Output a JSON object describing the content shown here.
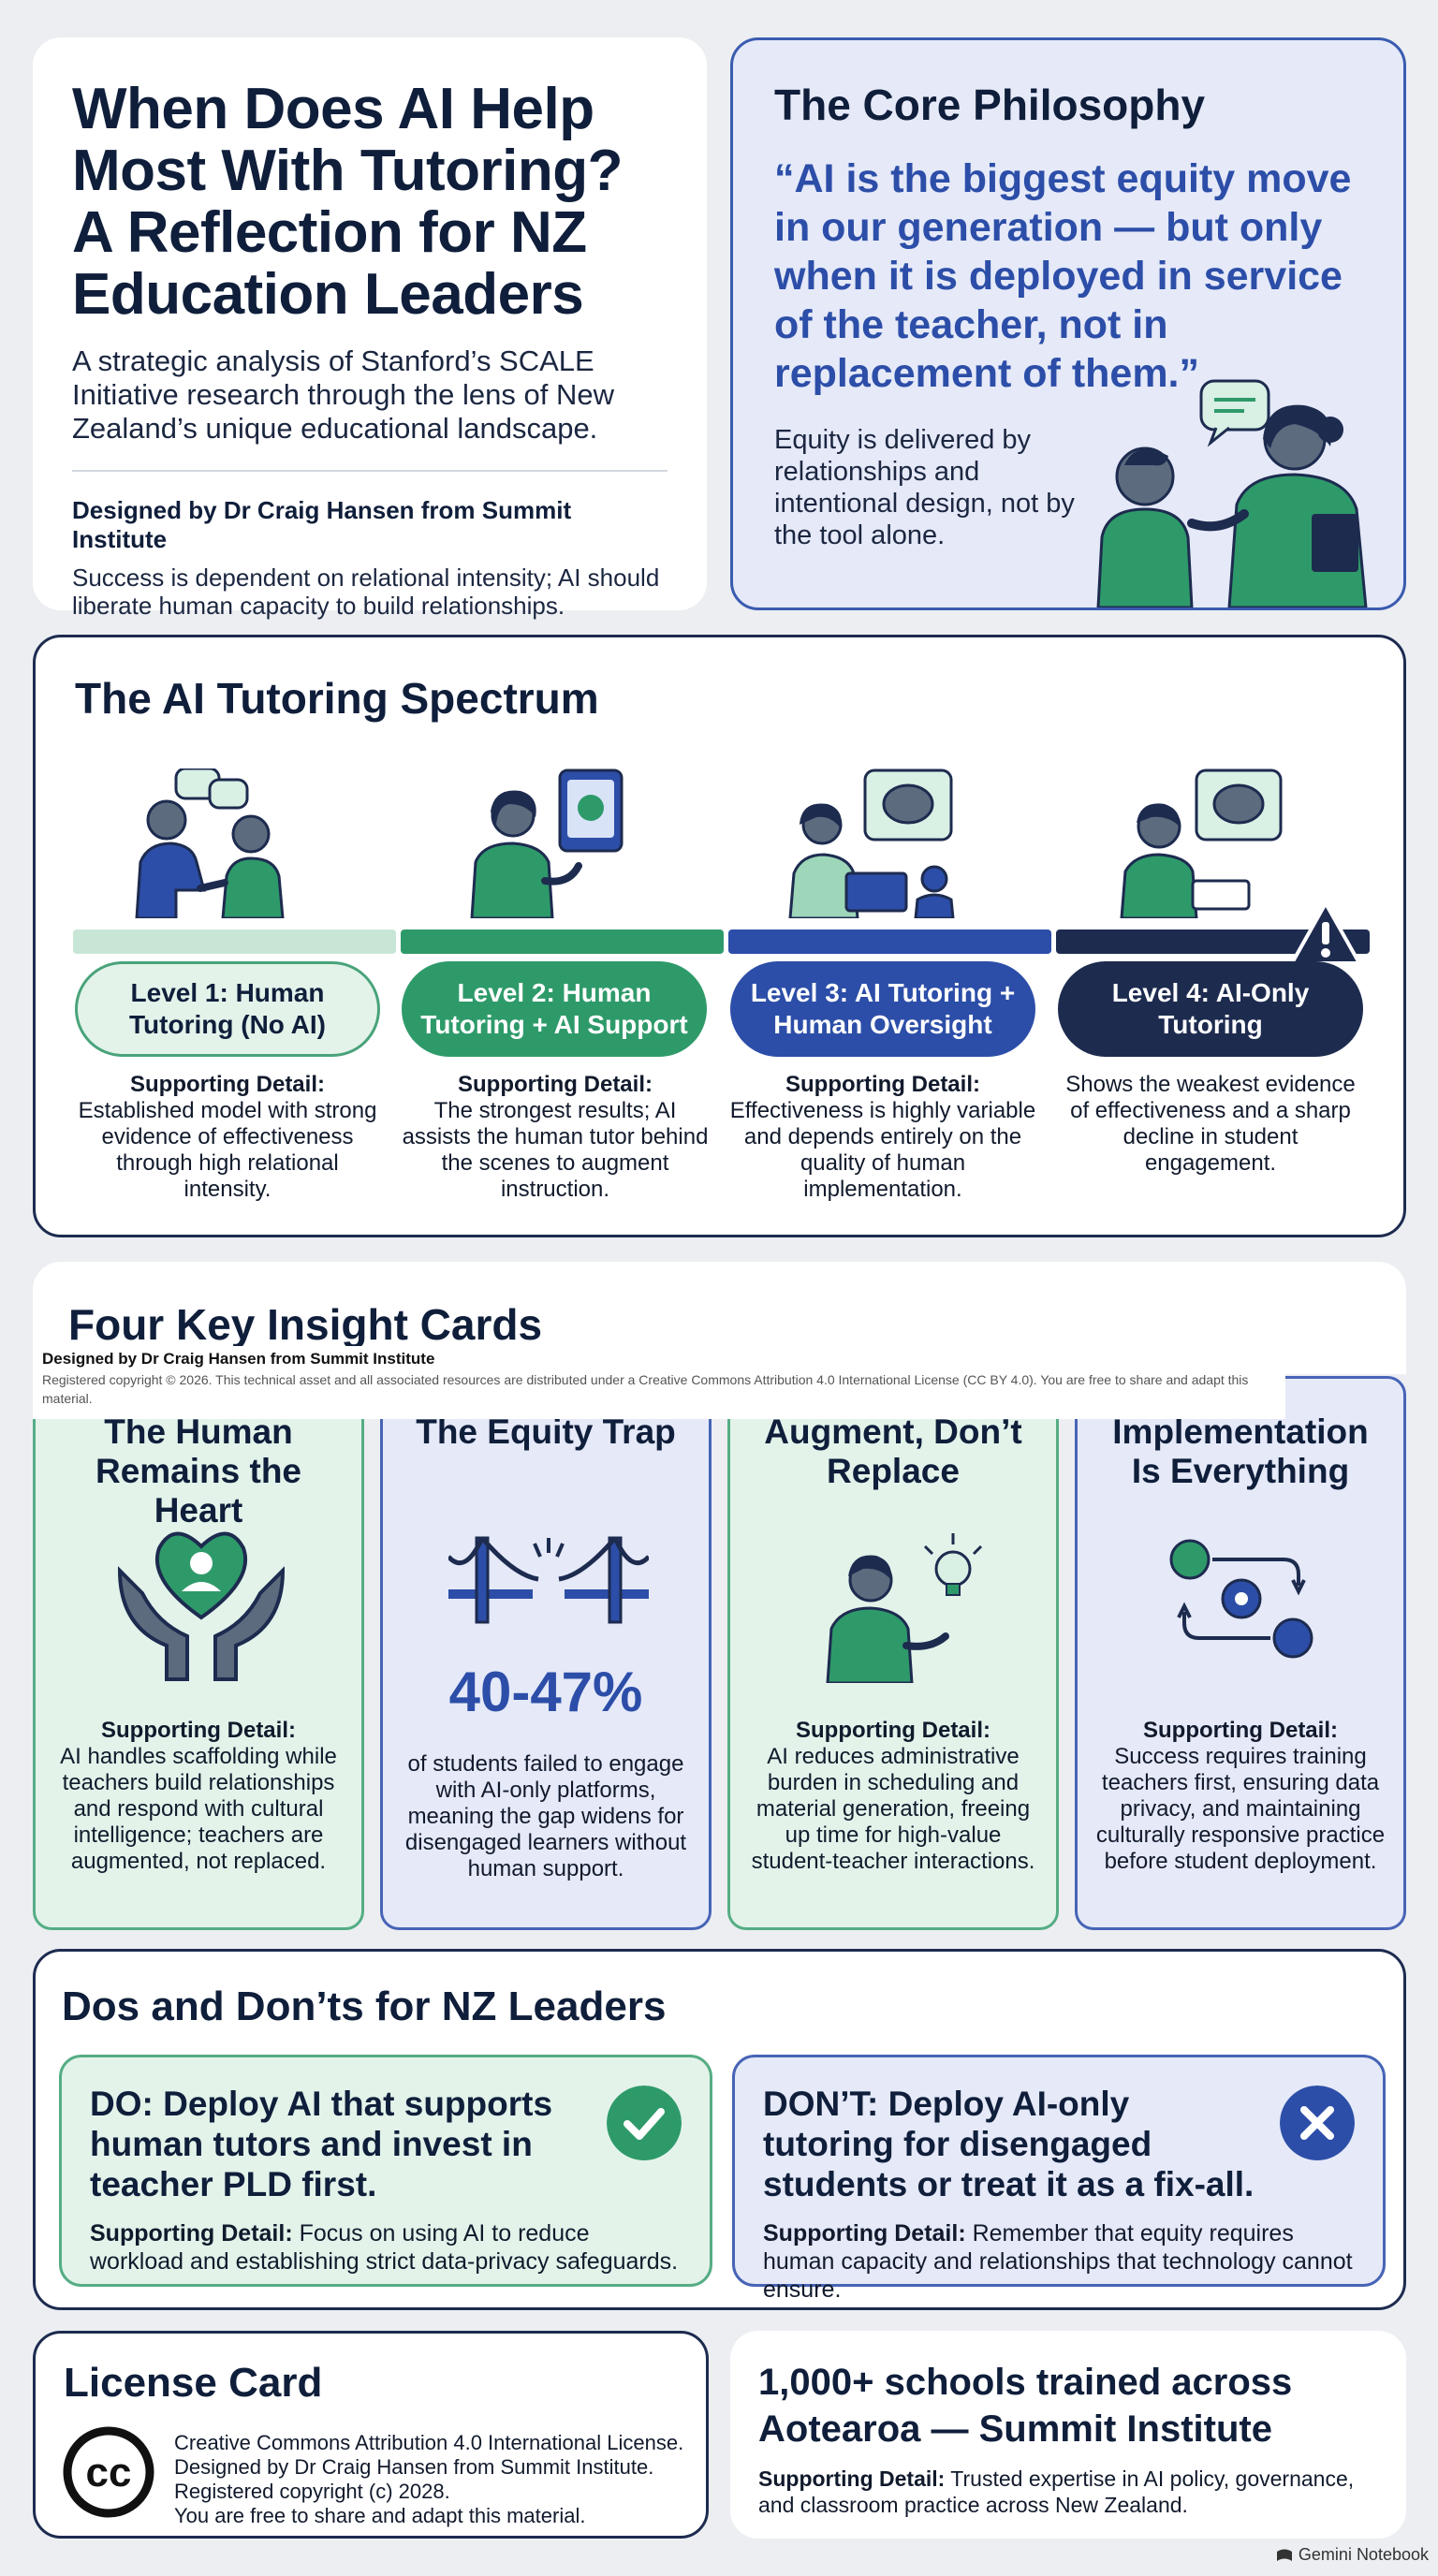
{
  "header": {
    "title": "When Does AI Help Most With Tutoring? A Reflection for NZ Education Leaders",
    "subtitle": "A strategic analysis of Stanford’s SCALE Initiative research through the lens of New Zealand’s unique educational landscape.",
    "designer": "Designed by Dr Craig Hansen from Summit Institute",
    "designer_note": "Success is dependent on relational intensity; AI should liberate human capacity to build relationships."
  },
  "philosophy": {
    "title": "The Core Philosophy",
    "quote": "“AI is the biggest equity move in our generation — but only when it is deployed in service of the teacher, not in replacement of them.”",
    "equity": "Equity is delivered by relationships and intentional design, not by the tool alone."
  },
  "spectrum": {
    "title": "The AI Tutoring Spectrum",
    "levels": [
      {
        "label": "Level 1: Human Tutoring (No AI)",
        "detail_label": "Supporting Detail:",
        "detail": "Established model with strong evidence of effectiveness through high relational intensity."
      },
      {
        "label": "Level 2: Human Tutoring + AI Support",
        "detail_label": "Supporting Detail:",
        "detail": "The strongest results; AI assists the human tutor behind the scenes to augment instruction."
      },
      {
        "label": "Level 3: AI Tutoring + Human Oversight",
        "detail_label": "Supporting Detail:",
        "detail": "Effectiveness is highly variable and depends entirely on the quality of human implementation."
      },
      {
        "label": "Level 4: AI-Only Tutoring",
        "detail_label": "",
        "detail": "Shows the weakest evidence of effectiveness and a sharp decline in student engagement."
      }
    ]
  },
  "insights": {
    "title": "Four Key Insight Cards",
    "notice_title": "Designed by Dr Craig Hansen from Summit Institute",
    "notice_text": "Registered copyright © 2026. This technical asset and all associated resources are distributed under a Creative Commons Attribution 4.0 International License (CC BY 4.0). You are free to share and adapt this material.",
    "cards": [
      {
        "title": "The Human Remains the Heart",
        "detail_label": "Supporting Detail:",
        "detail": "AI handles scaffolding while teachers build relationships and respond with cultural intelligence; teachers are augmented, not replaced."
      },
      {
        "title": "The Equity Trap",
        "stat": "40-47%",
        "detail_label": "",
        "detail": "of students failed to engage with AI-only platforms, meaning the gap widens for disengaged learners without human support."
      },
      {
        "title": "Augment, Don’t Replace",
        "detail_label": "Supporting Detail:",
        "detail": "AI reduces administrative burden in scheduling and material generation, freeing up time for high-value student-teacher interactions."
      },
      {
        "title": "Implementation Is Everything",
        "detail_label": "Supporting Detail:",
        "detail": "Success requires training teachers first, ensuring data privacy, and maintaining culturally responsive practice before student deployment."
      }
    ]
  },
  "dos": {
    "title": "Dos and Don’ts for NZ Leaders",
    "do": {
      "title": "DO: Deploy AI that supports human tutors and invest in teacher PLD first.",
      "detail_label": "Supporting Detail:",
      "detail": " Focus on using AI to reduce workload and establishing strict data-privacy safeguards."
    },
    "dont": {
      "title": "DON’T: Deploy AI-only tutoring for disengaged students or treat it as a fix-all.",
      "detail_label": "Supporting Detail:",
      "detail": " Remember that equity requires human capacity and relationships that technology cannot ensure."
    }
  },
  "license": {
    "title": "License Card",
    "icon_text": "cc",
    "lines": [
      "Creative Commons Attribution 4.0 International License.",
      "Designed by Dr Craig Hansen from Summit Institute.",
      "Registered copyright (c) 2028.",
      "You are free to share and adapt this material."
    ]
  },
  "schools": {
    "title": "1,000+ schools trained across Aotearoa — Summit Institute",
    "detail_label": "Supporting Detail:",
    "detail": " Trusted expertise in AI policy, governance, and classroom practice across New Zealand."
  },
  "footer": {
    "brand": "Gemini Notebook"
  },
  "colors": {
    "navy": "#1d2b4f",
    "blue": "#2c4ea8",
    "green": "#2e9a6a",
    "light_green": "#e3f3ea",
    "light_blue": "#e5e9f8"
  }
}
